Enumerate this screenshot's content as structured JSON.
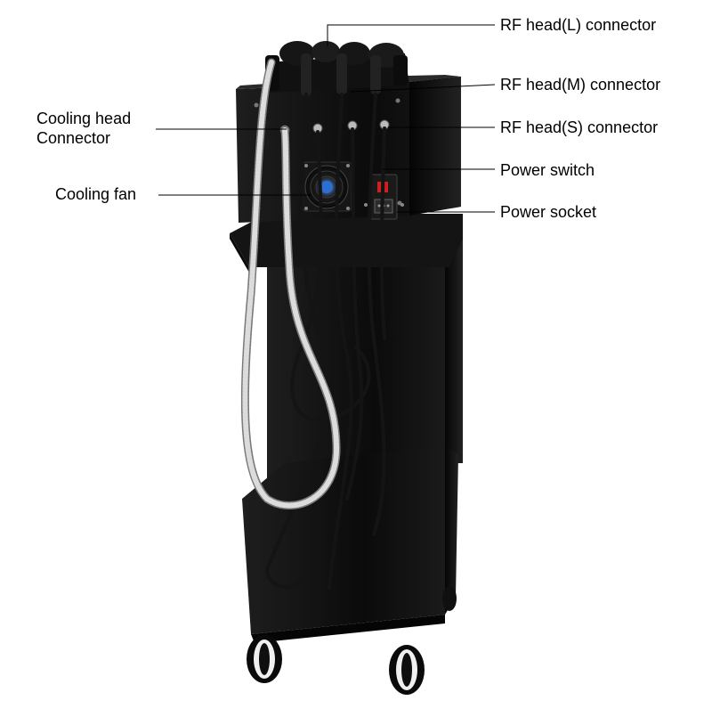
{
  "callouts": {
    "rf_head_l": "RF head(L) connector",
    "rf_head_m": "RF head(M) connector",
    "rf_head_s": "RF head(S) connector",
    "power_switch": "Power switch",
    "power_socket": "Power socket",
    "cooling_head_line1": "Cooling head",
    "cooling_head_line2": "Connector",
    "cooling_fan": "Cooling fan"
  },
  "colors": {
    "device_body": "#0d0d0d",
    "device_highlight": "#2a2a2a",
    "hose": "#d9d9d9",
    "cable": "#141414",
    "fan_accent": "#2d6fd1",
    "switch_red": "#d11f1f",
    "wheel": "#f0f0f0",
    "leader_line": "#000000"
  }
}
